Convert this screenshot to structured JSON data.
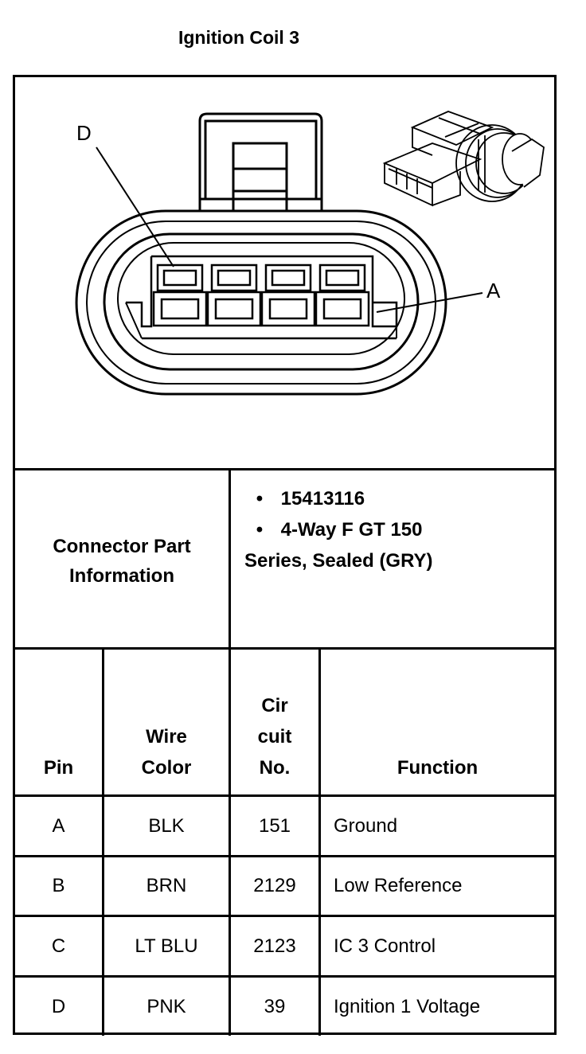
{
  "title": "Ignition Coil 3",
  "diagram": {
    "label_d": "D",
    "label_a": "A"
  },
  "connector_info": {
    "label_line1": "Connector Part",
    "label_line2": "Information",
    "bullet_glyph": "•",
    "items": [
      "15413116",
      "4-Way F GT 150"
    ],
    "continuation": "Series, Sealed (GRY)"
  },
  "table": {
    "headers": {
      "pin": "Pin",
      "wire_color_1": "Wire",
      "wire_color_2": "Color",
      "circuit_1": "Cir",
      "circuit_2": "cuit",
      "circuit_3": "No.",
      "function": "Function"
    },
    "rows": [
      {
        "pin": "A",
        "color": "BLK",
        "circuit": "151",
        "function": "Ground"
      },
      {
        "pin": "B",
        "color": "BRN",
        "circuit": "2129",
        "function": "Low Reference"
      },
      {
        "pin": "C",
        "color": "LT BLU",
        "circuit": "2123",
        "function": "IC 3 Control"
      },
      {
        "pin": "D",
        "color": "PNK",
        "circuit": "39",
        "function": "Ignition 1 Voltage"
      }
    ]
  }
}
